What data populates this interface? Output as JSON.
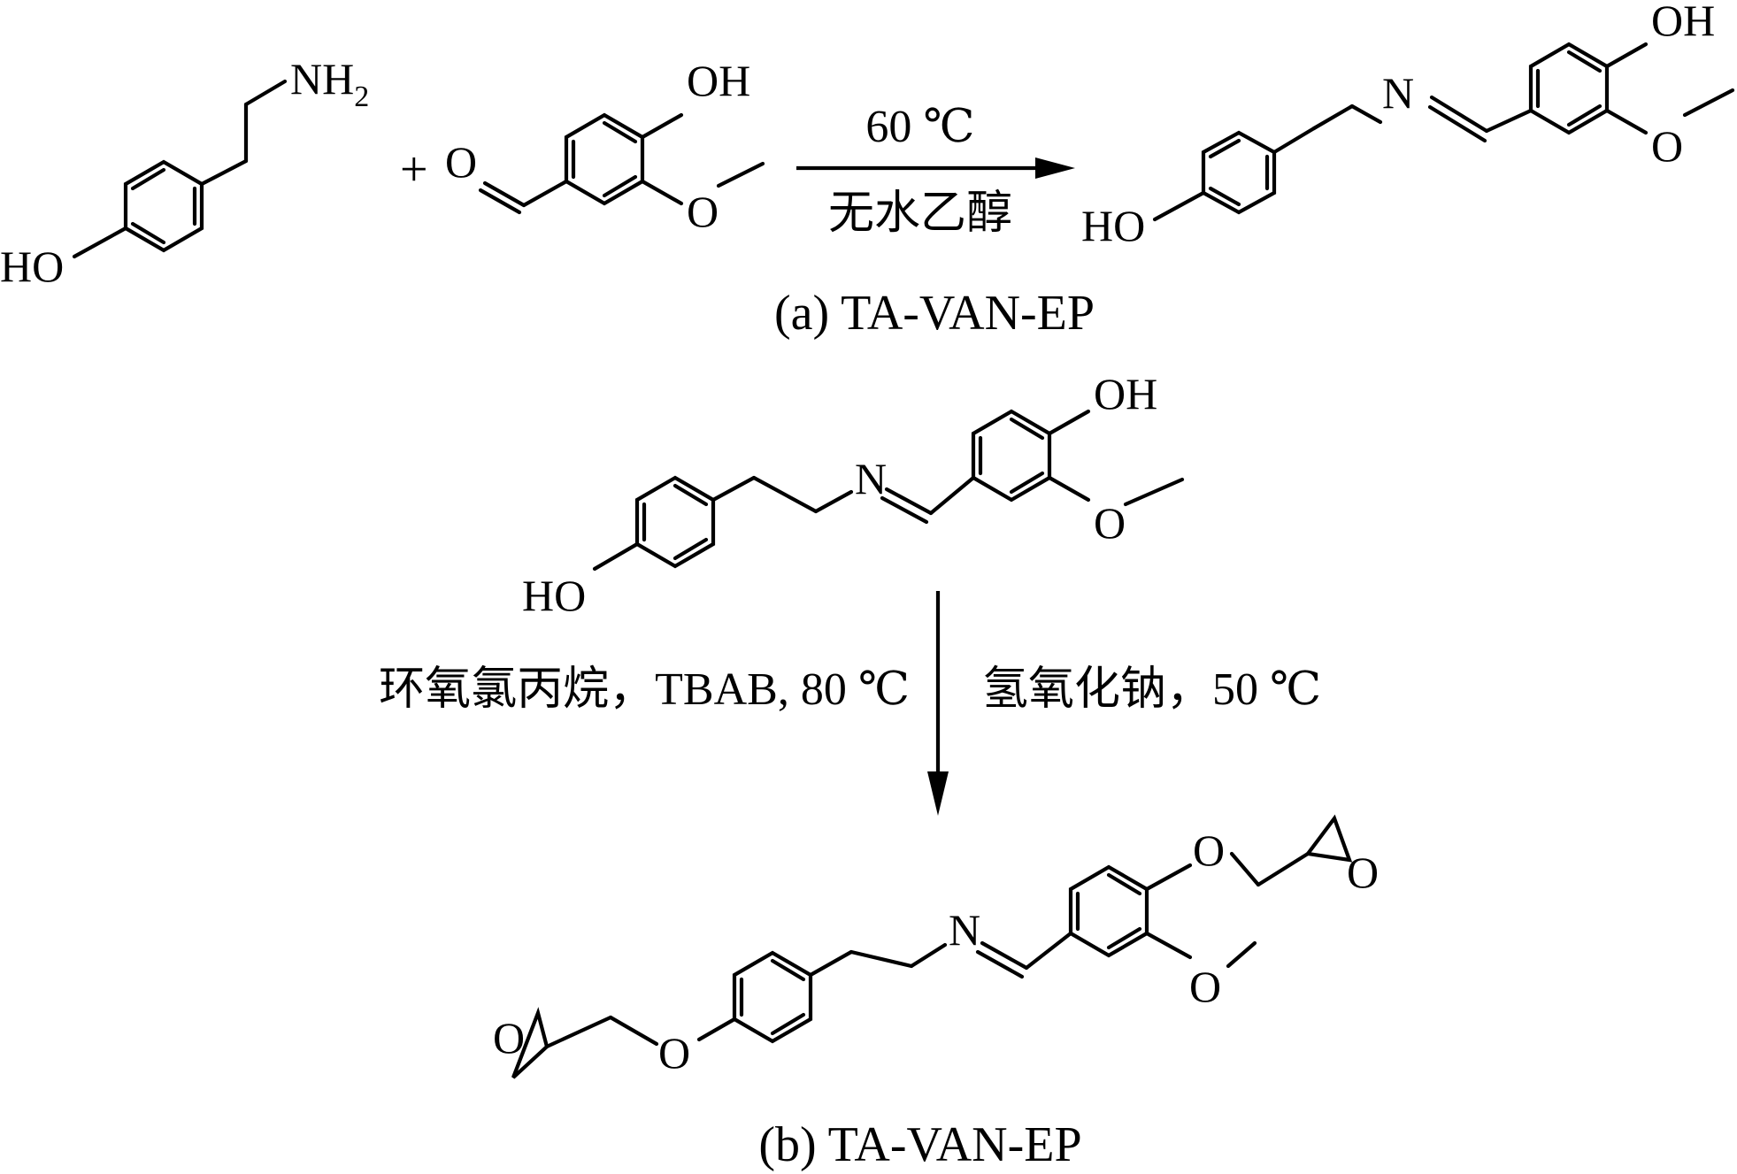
{
  "scheme_a": {
    "caption": "(a) TA-VAN-EP",
    "plus": "+",
    "condition_top": "60 ℃",
    "condition_bottom": "无水乙醇",
    "tyramine": {
      "amine": "NH",
      "amine_sub": "2",
      "hydroxyl": "HO"
    },
    "vanillin": {
      "aldehyde_o": "O",
      "hydroxyl": "OH",
      "methoxy_o": "O"
    },
    "product": {
      "imine_n": "N",
      "hydroxyl_left": "HO",
      "hydroxyl_right": "OH",
      "methoxy_o": "O"
    }
  },
  "scheme_b": {
    "caption": "(b) TA-VAN-EP",
    "condition_left": "环氧氯丙烷，TBAB, 80 ℃",
    "condition_right": "氢氧化钠，50 ℃",
    "reactant": {
      "imine_n": "N",
      "hydroxyl_left": "HO",
      "hydroxyl_right": "OH",
      "methoxy_o": "O"
    },
    "product": {
      "imine_n": "N",
      "ether_o_left": "O",
      "epoxide_o_left": "O",
      "ether_o_right": "O",
      "epoxide_o_right": "O",
      "methoxy_o": "O"
    }
  }
}
